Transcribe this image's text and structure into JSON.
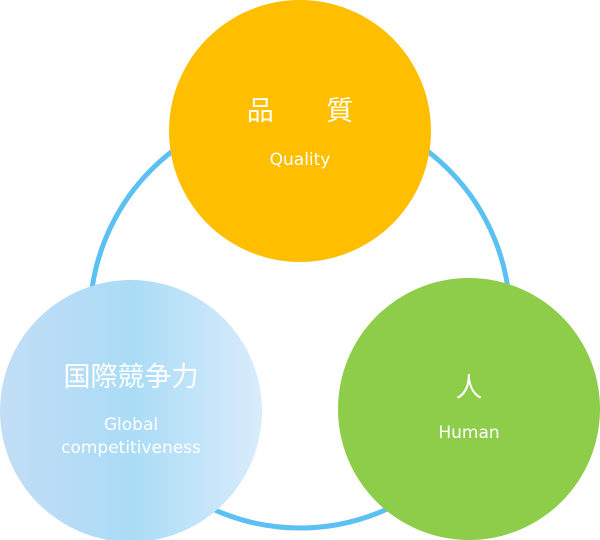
{
  "colors": {
    "ring": "#5bc0f2",
    "quality": "#ffbe00",
    "global_gradient": [
      "#c3ddf6",
      "#aadcf6",
      "#d9ecfb"
    ],
    "human": "#8dcd4a",
    "text": "#ffffff"
  },
  "nodes": {
    "quality": {
      "title": "品 質",
      "subtitle": "Quality"
    },
    "global": {
      "title": "国際競争力",
      "subtitle_line1": "Global",
      "subtitle_line2": "competitiveness"
    },
    "human": {
      "title": "人",
      "subtitle": "Human"
    }
  }
}
